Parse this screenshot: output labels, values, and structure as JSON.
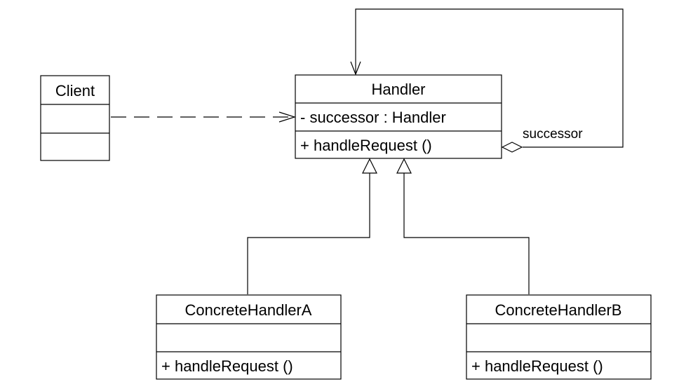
{
  "classes": {
    "client": {
      "name": "Client",
      "attributes": [],
      "operations": []
    },
    "handler": {
      "name": "Handler",
      "attributes": [
        "- successor : Handler"
      ],
      "operations": [
        "+ handleRequest ()"
      ]
    },
    "concrete_a": {
      "name": "ConcreteHandlerA",
      "attributes": [],
      "operations": [
        "+ handleRequest ()"
      ]
    },
    "concrete_b": {
      "name": "ConcreteHandlerB",
      "attributes": [],
      "operations": [
        "+ handleRequest ()"
      ]
    }
  },
  "relations": {
    "self_association": {
      "label": "successor"
    }
  }
}
